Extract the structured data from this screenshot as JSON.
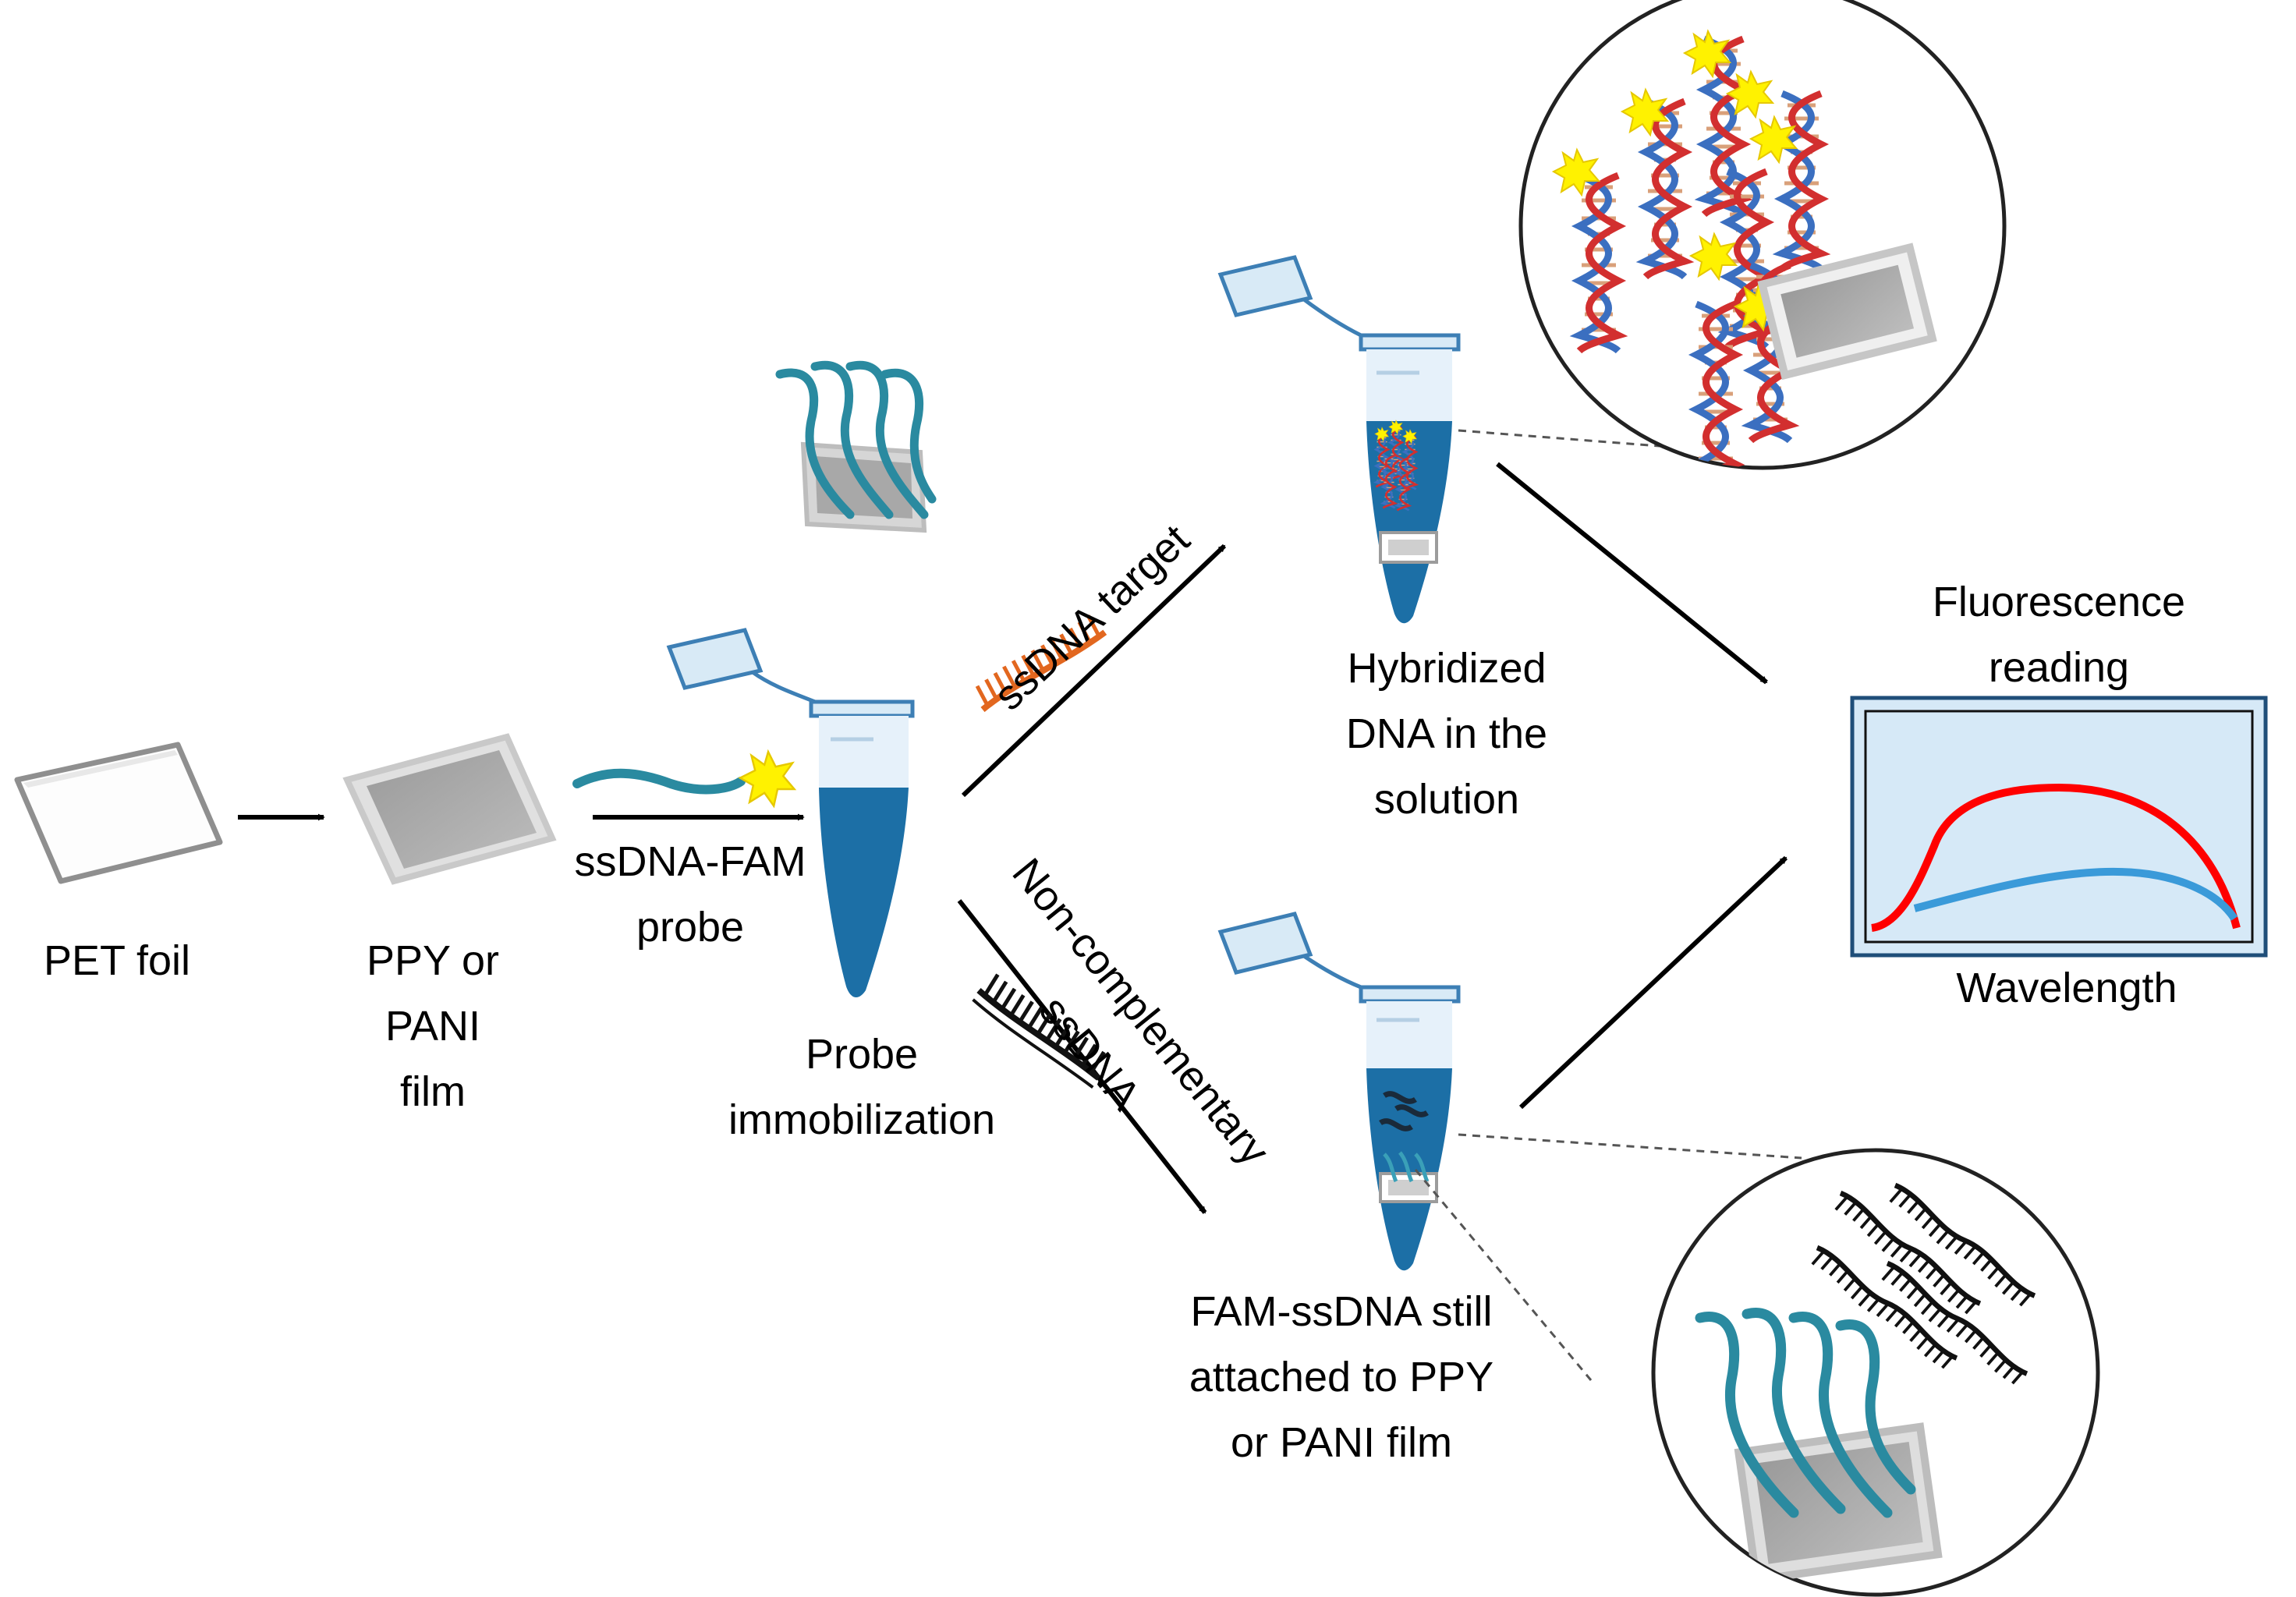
{
  "labels": {
    "pet_foil": "PET foil",
    "film": [
      "PPY or",
      "PANI",
      "film"
    ],
    "probe_reagent": [
      "ssDNA-FAM",
      "probe"
    ],
    "probe_immobilization": [
      "Probe",
      "immobilization"
    ],
    "target_reagent": "ssDNA target",
    "noncomp_reagent": [
      "Non-complementary",
      "ssDNA"
    ],
    "hybridized": [
      "Hybridized",
      "DNA in the",
      "solution"
    ],
    "attached": [
      "FAM-ssDNA still",
      "attached to PPY",
      "or PANI film"
    ],
    "fluorescence": [
      "Fluorescence",
      "reading"
    ],
    "wavelength": "Wavelength"
  },
  "colors": {
    "tube_blue": "#1c6fa6",
    "tube_empty": "#dcebf7",
    "probe_teal": "#2a8aa0",
    "target_orange": "#e2671f",
    "fam_yellow": "#fff200",
    "plot_bg": "#d6e9f7",
    "plot_border": "#1f4e79",
    "signal_red": "#ff0000",
    "signal_blue": "#3a9ad9"
  }
}
